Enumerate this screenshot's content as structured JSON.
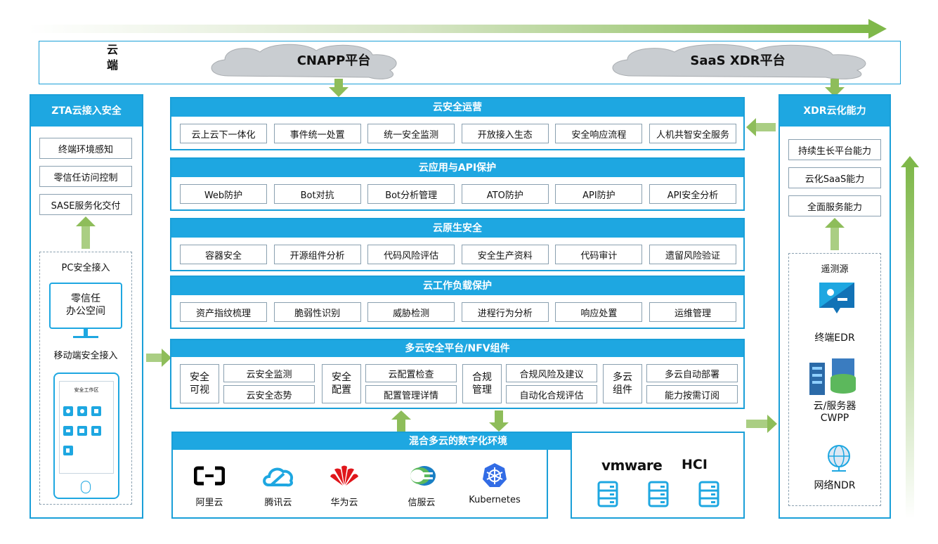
{
  "top": {
    "cloud_label": "云\n端",
    "cnapp": "CNAPP平台",
    "saas_xdr": "SaaS XDR平台"
  },
  "left": {
    "title": "ZTA云接入安全",
    "items": [
      "终端环境感知",
      "零信任访问控制",
      "SASE服务化交付"
    ],
    "pc_access": "PC安全接入",
    "monitor_text": "零信任\n办公空间",
    "mobile_access": "移动端安全接入",
    "phone_title": "安全工作区"
  },
  "center": {
    "rows": [
      {
        "title": "云安全运营",
        "items": [
          "云上云下一体化",
          "事件统一处置",
          "统一安全监测",
          "开放接入生态",
          "安全响应流程",
          "人机共智安全服务"
        ]
      },
      {
        "title": "云应用与API保护",
        "items": [
          "Web防护",
          "Bot对抗",
          "Bot分析管理",
          "ATO防护",
          "API防护",
          "API安全分析"
        ]
      },
      {
        "title": "云原生安全",
        "items": [
          "容器安全",
          "开源组件分析",
          "代码风险评估",
          "安全生产资料",
          "代码审计",
          "遗留风险验证"
        ]
      },
      {
        "title": "云工作负载保护",
        "items": [
          "资产指纹梳理",
          "脆弱性识别",
          "威胁检测",
          "进程行为分析",
          "响应处置",
          "运维管理"
        ]
      }
    ],
    "multi": {
      "title": "多云安全平台/NFV组件",
      "groups": [
        {
          "label": "安全\n可视",
          "items": [
            "云安全监测",
            "云安全态势"
          ]
        },
        {
          "label": "安全\n配置",
          "items": [
            "云配置检查",
            "配置管理详情"
          ]
        },
        {
          "label": "合规\n管理",
          "items": [
            "合规风险及建议",
            "自动化合规评估"
          ]
        },
        {
          "label": "多云\n组件",
          "items": [
            "多云自动部署",
            "能力按需订阅"
          ]
        }
      ]
    },
    "hybrid": {
      "title": "混合多云的数字化环境",
      "providers": [
        "阿里云",
        "腾讯云",
        "华为云",
        "信服云",
        "Kubernetes"
      ],
      "vmware": "vmware",
      "hci": "HCI"
    }
  },
  "right": {
    "title": "XDR云化能力",
    "items": [
      "持续生长平台能力",
      "云化SaaS能力",
      "全面服务能力"
    ],
    "telemetry": "遥测源",
    "sources": [
      "终端EDR",
      "云/服务器\nCWPP",
      "网络NDR"
    ]
  },
  "colors": {
    "accent_blue": "#1ea7e1",
    "arrow_green": "#8ebd5a",
    "cloud_gray": "#c9cdd1"
  }
}
